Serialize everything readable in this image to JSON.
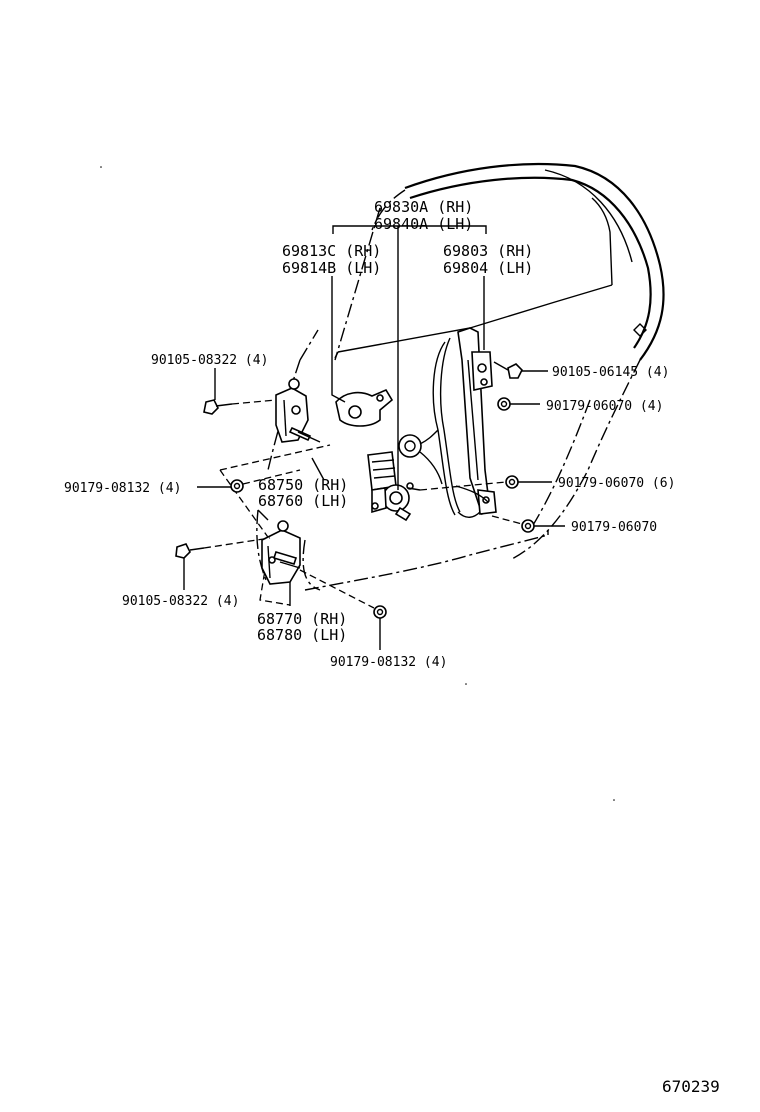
{
  "diagram": {
    "labels": {
      "regulator_rh": "69830A (RH)",
      "regulator_lh": "69840A (LH)",
      "bracket_rh": "69813C (RH)",
      "bracket_lh": "69814B (LH)",
      "channel_rh": "69803 (RH)",
      "channel_lh": "69804 (LH)",
      "bolt_upper_left": "90105-08322 (4)",
      "bolt_upper_right": "90105-06145 (4)",
      "nut_right_1": "90179-06070 (4)",
      "nut_left_1": "90179-08132 (4)",
      "nut_right_2": "90179-06070 (6)",
      "nut_right_3": "90179-06070",
      "hinge_upper_rh": "68750 (RH)",
      "hinge_upper_lh": "68760 (LH)",
      "bolt_lower_left": "90105-08322 (4)",
      "hinge_lower_rh": "68770 (RH)",
      "hinge_lower_lh": "68780 (LH)",
      "nut_lower": "90179-08132 (4)"
    },
    "figure_number": "670239"
  }
}
